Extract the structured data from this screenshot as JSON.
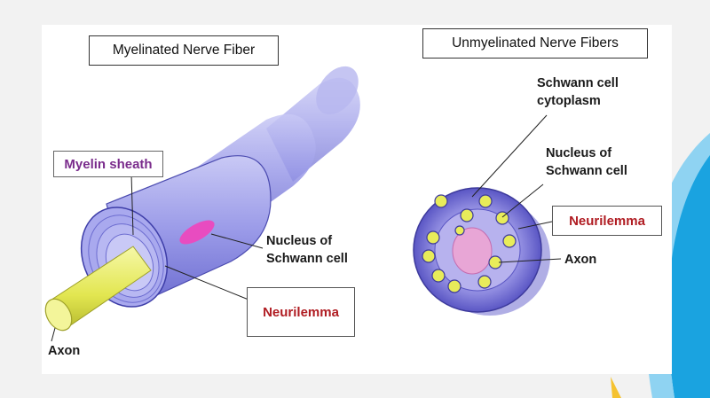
{
  "titles": {
    "left": "Myelinated Nerve Fiber",
    "right": "Unmyelinated Nerve Fibers"
  },
  "left_labels": {
    "myelin_sheath": "Myelin sheath",
    "nucleus_line1": "Nucleus of",
    "nucleus_line2": "Schwann cell",
    "neurilemma": "Neurilemma",
    "axon": "Axon"
  },
  "right_labels": {
    "cytoplasm_line1": "Schwann cell",
    "cytoplasm_line2": "cytoplasm",
    "nucleus_line1": "Nucleus of",
    "nucleus_line2": "Schwann cell",
    "neurilemma": "Neurilemma",
    "axon": "Axon"
  },
  "colors": {
    "myelin": "#9a9ae8",
    "myelin_dark": "#5b5bc4",
    "axon": "#e8ec5a",
    "nucleus": "#e84cc0",
    "neurilemma_text": "#b01c22",
    "myelin_text": "#7a2c8c",
    "accent_blue": "#1aa3e0",
    "accent_yellow": "#f5c230"
  }
}
